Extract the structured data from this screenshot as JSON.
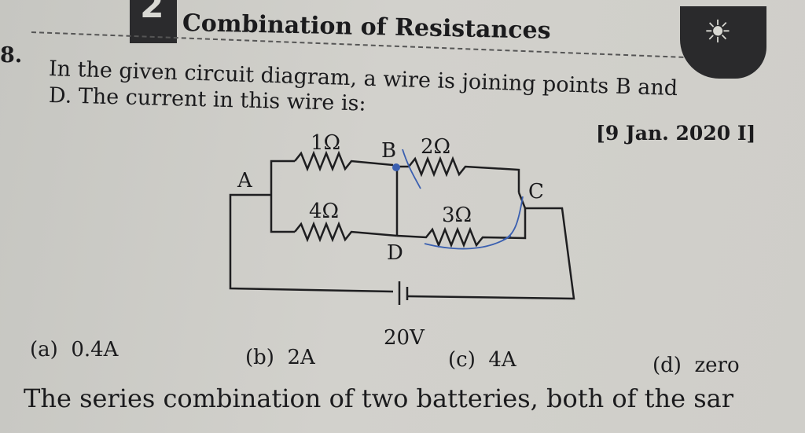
{
  "header": {
    "section_number": "2",
    "title": "Combination of Resistances",
    "icon": "lightbulb-idea-icon"
  },
  "question": {
    "number": "8.",
    "line1": "In the given circuit diagram, a wire is joining points B and",
    "line2": "D. The current in this wire is:",
    "reference": "[9 Jan. 2020 I]"
  },
  "circuit": {
    "nodes": {
      "a": "A",
      "b": "B",
      "c": "C",
      "d": "D"
    },
    "resistors": {
      "r1": "1Ω",
      "r2": "2Ω",
      "r3": "3Ω",
      "r4": "4Ω"
    },
    "battery": "20V",
    "ink_color": "#3a5fb0"
  },
  "options": [
    {
      "label": "(a)",
      "value": "0.4A"
    },
    {
      "label": "(b)",
      "value": "2A"
    },
    {
      "label": "(c)",
      "value": "4A"
    },
    {
      "label": "(d)",
      "value": "zero"
    }
  ],
  "next_text": "The series combination of two batteries, both of the sar"
}
